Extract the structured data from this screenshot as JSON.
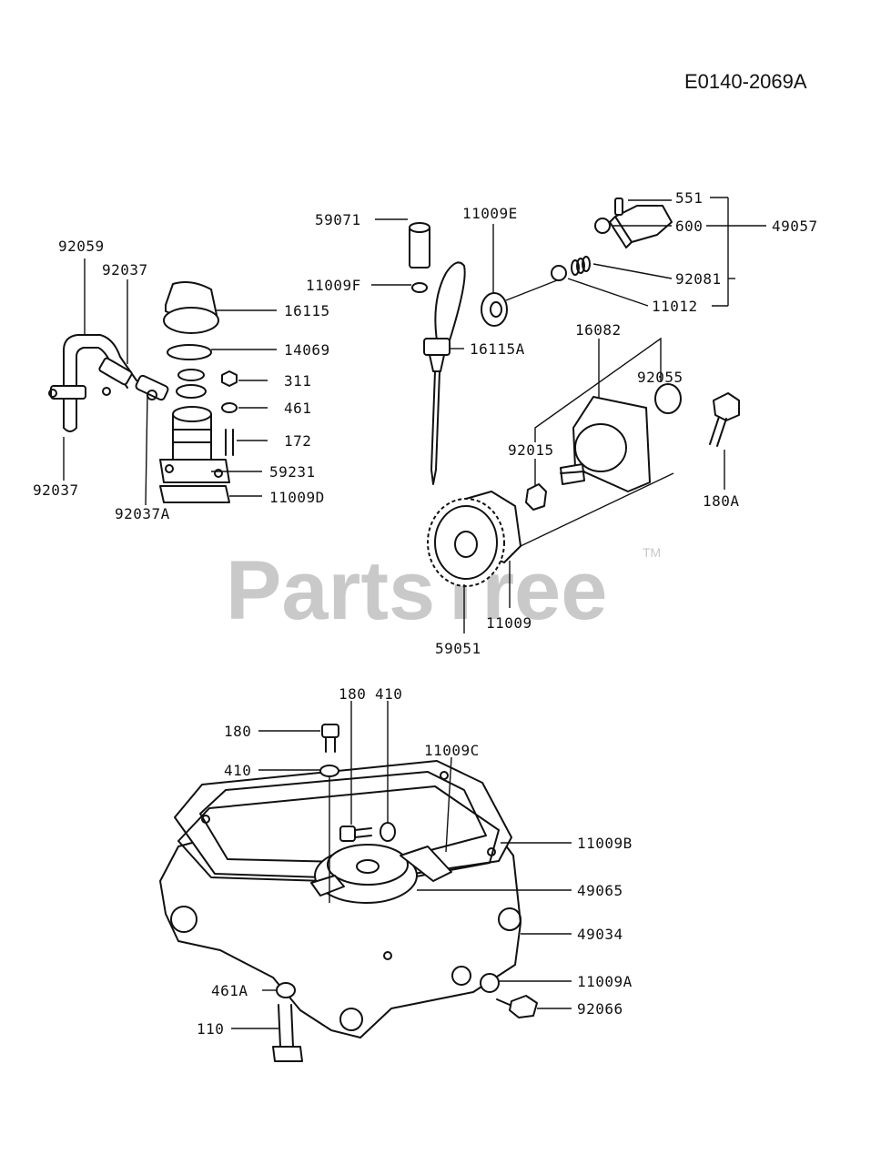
{
  "diagram_code": "E0140-2069A",
  "watermark": {
    "text": "PartsTree",
    "tm": "TM"
  },
  "labels": {
    "p92059": "92059",
    "p92037_top": "92037",
    "p92037_bottom": "92037",
    "p92037A": "92037A",
    "p16115": "16115",
    "p14069": "14069",
    "p311": "311",
    "p461": "461",
    "p172": "172",
    "p59231": "59231",
    "p11009D": "11009D",
    "p59071": "59071",
    "p11009F": "11009F",
    "p16115A": "16115A",
    "p11009E": "11009E",
    "p551": "551",
    "p600": "600",
    "p49057": "49057",
    "p92081": "92081",
    "p11012": "11012",
    "p16082": "16082",
    "p92055": "92055",
    "p92015": "92015",
    "p180A": "180A",
    "p11009": "11009",
    "p59051": "59051",
    "p180_top": "180",
    "p180_left": "180",
    "p410_top": "410",
    "p410_left": "410",
    "p11009C": "11009C",
    "p11009B": "11009B",
    "p49065": "49065",
    "p49034": "49034",
    "p461A": "461A",
    "p11009A": "11009A",
    "p92066": "92066",
    "p110": "110"
  }
}
